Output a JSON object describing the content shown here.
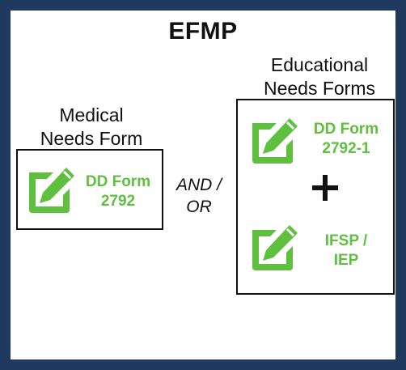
{
  "title": "EFMP",
  "medical": {
    "heading_line1": "Medical",
    "heading_line2": "Needs Form",
    "form": {
      "label_line1": "DD Form",
      "label_line2": "2792",
      "icon": "edit-document-icon"
    }
  },
  "connector": {
    "line1": "AND /",
    "line2": "OR"
  },
  "educational": {
    "heading_line1": "Educational",
    "heading_line2": "Needs Forms",
    "forms": [
      {
        "label_line1": "DD Form",
        "label_line2": "2792-1",
        "icon": "edit-document-icon"
      },
      {
        "label_line1": "IFSP /",
        "label_line2": "IEP",
        "icon": "edit-document-icon"
      }
    ],
    "joiner": "plus-icon"
  },
  "colors": {
    "frame": "#1f3a5e",
    "accent_green": "#5fbf3f",
    "text": "#111111"
  }
}
